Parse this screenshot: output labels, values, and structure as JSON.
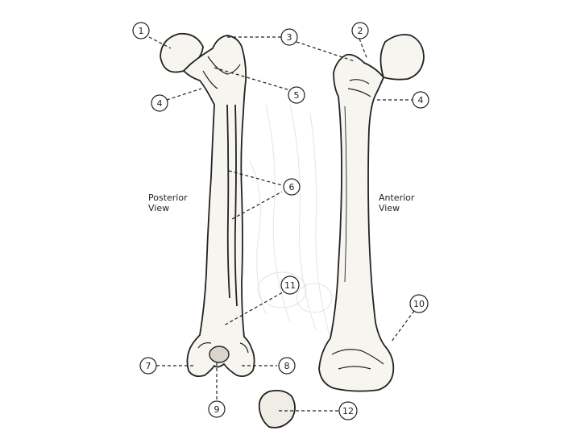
{
  "views": {
    "posterior": {
      "line1": "Posterior",
      "line2": "View"
    },
    "anterior": {
      "line1": "Anterior",
      "line2": "View"
    }
  },
  "callouts": {
    "c1": "1",
    "c2": "2",
    "c3": "3",
    "c4a": "4",
    "c4b": "4",
    "c5": "5",
    "c6": "6",
    "c7": "7",
    "c8": "8",
    "c9": "9",
    "c10": "10",
    "c11": "11",
    "c12": "12"
  },
  "colors": {
    "ink": "#222222",
    "bone": "#f7f5f0",
    "shade": "#d9d5cc",
    "ghost": "#e4e4e4"
  }
}
